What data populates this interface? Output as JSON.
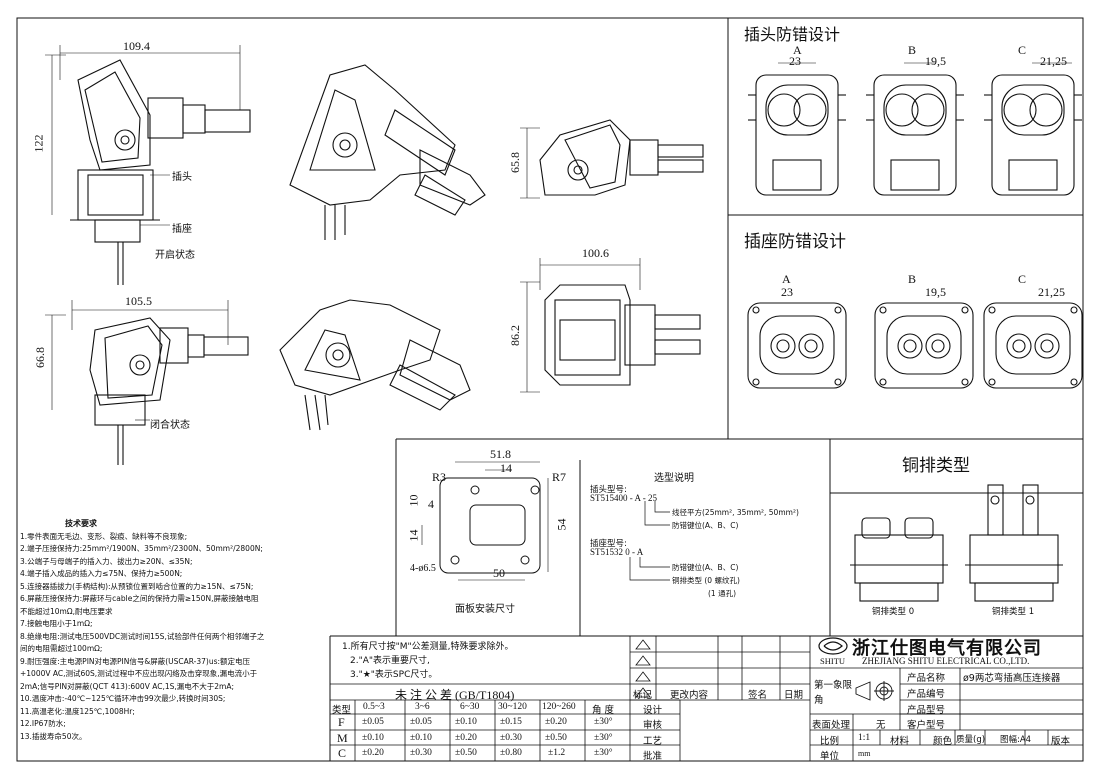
{
  "views": {
    "open": {
      "width_dim": "109.4",
      "height_dim": "122",
      "plug_label": "插头",
      "socket_label": "插座",
      "state_label": "开启状态"
    },
    "closed": {
      "width_dim": "105.5",
      "height_dim": "66.8",
      "state_label": "闭合状态"
    },
    "side_open": {
      "height_dim": "65.8"
    },
    "side_closed": {
      "width_dim": "100.6",
      "height_dim": "86.2"
    }
  },
  "plug_keying": {
    "title": "插头防错设计",
    "variants": [
      {
        "letter": "A",
        "dim": "23"
      },
      {
        "letter": "B",
        "dim": "19,5"
      },
      {
        "letter": "C",
        "dim": "21,25"
      }
    ]
  },
  "socket_keying": {
    "title": "插座防错设计",
    "variants": [
      {
        "letter": "A",
        "dim": "23"
      },
      {
        "letter": "B",
        "dim": "19,5"
      },
      {
        "letter": "C",
        "dim": "21,25"
      }
    ]
  },
  "panel": {
    "title": "面板安装尺寸",
    "dims": {
      "w": "51.8",
      "w2": "14",
      "r1": "R3",
      "r2": "R7",
      "h1": "10",
      "h2": "4",
      "h3": "14",
      "h4": "54",
      "hole": "4-ø6.5",
      "bottom": "50"
    }
  },
  "selection": {
    "title": "选型说明",
    "plug_model_label": "插头型号:",
    "plug_model": "ST515400 - A - 25",
    "wire_spec": "线径平方(25mm², 35mm², 50mm²)",
    "plug_key": "防错键位(A、B、C)",
    "socket_model_label": "插座型号:",
    "socket_model": "ST51532 0 - A",
    "socket_key": "防错键位(A、B、C)",
    "busbar_type": "铜排类型 (0 螺纹孔)",
    "busbar_type2": "(1 通孔)"
  },
  "busbar": {
    "title": "铜排类型",
    "type0": "铜排类型 0",
    "type1": "铜排类型 1"
  },
  "tech": {
    "title": "技术要求",
    "lines": [
      "1.零件表面无毛边、变形、裂痕、缺料等不良现象;",
      "2.端子压接保持力:25mm²/1900N、35mm²/2300N、50mm²/2800N;",
      "3.公端子与母端子的插入力、拔出力≥20N、≤35N;",
      "4.端子插入成品的插入力≤75N、保持力≥500N;",
      "5.连接器插拔力(手柄结构):从预锁位置到啮合位置的力≥15N、≤75N;",
      "6.屏蔽压接保持力:屏蔽环与cable之间的保持力需≥150N,屏蔽接触电阻",
      "不能超过10mΩ,耐电压要求",
      "7.接触电阻小于1mΩ;",
      "8.绝缘电阻:测试电压500VDC测试时间15S,试验部件任何两个相邻端子之",
      "间的电阻需超过100mΩ;",
      "9.耐压强度:主电源PIN对电源PIN信号&屏蔽(USCAR-37)us:额定电压",
      "+1000V AC,测试60S,测试过程中不应出现闪络及击穿现象,漏电流小于",
      "2mA;信号PIN对屏蔽(QCT 413):600V AC,1S,漏电不大于2mA;",
      "10.温度冲击:-40℃~125℃循环冲击99次最少,转换时间30S;",
      "11.高温老化:温度125℃,1008Hr;",
      "12.IP67防水;",
      "13.插拔寿命50次。"
    ]
  },
  "remarks": [
    "1.所有尺寸按\"M\"公差测量,特殊要求除外。",
    "2.\"A\"表示重要尺寸,",
    "3.\"★\"表示SPC尺寸。"
  ],
  "tolerance": {
    "title": "未 注 公 差 (GB/T1804)",
    "headers": [
      "类型",
      "0.5~3",
      "3~6",
      "6~30",
      "30~120",
      "120~260",
      "角 度"
    ],
    "rows": [
      {
        "type": "F",
        "vals": [
          "±0.05",
          "±0.05",
          "±0.10",
          "±0.15",
          "±0.20",
          "±30°"
        ]
      },
      {
        "type": "M",
        "vals": [
          "±0.10",
          "±0.10",
          "±0.20",
          "±0.30",
          "±0.50",
          "±30°"
        ]
      },
      {
        "type": "C",
        "vals": [
          "±0.20",
          "±0.30",
          "±0.50",
          "±0.80",
          "±1.2",
          "±30°"
        ]
      }
    ]
  },
  "revision": {
    "headers": [
      "标记",
      "更改内容",
      "签名",
      "日期"
    ],
    "roles": [
      "设计",
      "审核",
      "工艺",
      "批准"
    ]
  },
  "company": {
    "name": "浙江仕图电气有限公司",
    "logo_text": "SHITU",
    "name_en": "ZHEJIANG SHITU ELECTRICAL CO.,LTD."
  },
  "titleblock": {
    "projection": "第一象限角",
    "product_name_label": "产品名称",
    "product_name": "ø9两芯弯插高压连接器",
    "product_no_label": "产品编号",
    "product_model_label": "产品型号",
    "customer_model_label": "客户型号",
    "surface_label": "表面处理",
    "surface": "无",
    "scale_label": "比例",
    "scale": "1:1",
    "material_label": "材料",
    "color_label": "颜色",
    "weight_label": "质量(g)",
    "sheet_label": "图幅:A4",
    "version_label": "版本",
    "unit_label": "单位",
    "unit": "mm"
  }
}
